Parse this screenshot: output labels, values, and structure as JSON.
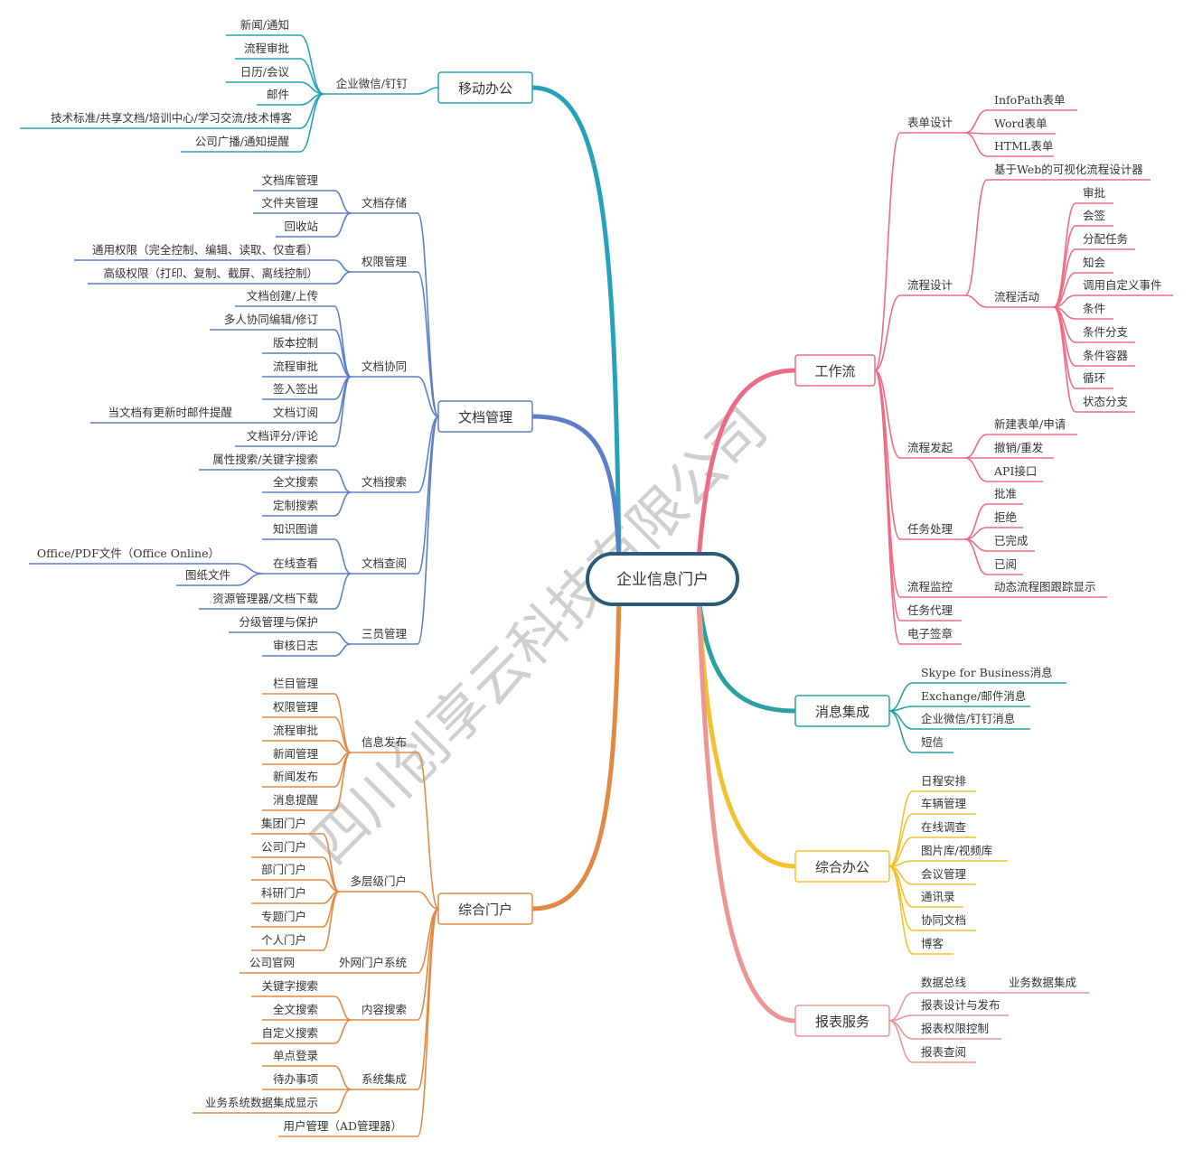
{
  "watermark": "四川创享云科技有限公司",
  "root": {
    "label": "企业信息门户",
    "color": "#2c5a7a"
  },
  "branches": [
    {
      "id": "mobile",
      "label": "移动办公",
      "color": "#26a2b8",
      "side": "left",
      "children": [
        {
          "label": "企业微信/钉钉",
          "children": [
            {
              "label": "新闻/通知"
            },
            {
              "label": "流程审批"
            },
            {
              "label": "日历/会议"
            },
            {
              "label": "邮件"
            },
            {
              "label": "技术标准/共享文档/培训中心/学习交流/技术博客"
            },
            {
              "label": "公司广播/通知提醒"
            }
          ]
        }
      ]
    },
    {
      "id": "docs",
      "label": "文档管理",
      "color": "#5b7fc7",
      "side": "left",
      "children": [
        {
          "label": "文档存储",
          "children": [
            {
              "label": "文档库管理"
            },
            {
              "label": "文件夹管理"
            },
            {
              "label": "回收站"
            }
          ]
        },
        {
          "label": "权限管理",
          "children": [
            {
              "label": "通用权限（完全控制、编辑、读取、仅查看）"
            },
            {
              "label": "高级权限（打印、复制、截屏、离线控制）"
            }
          ]
        },
        {
          "label": "文档协同",
          "children": [
            {
              "label": "文档创建/上传"
            },
            {
              "label": "多人协同编辑/修订"
            },
            {
              "label": "版本控制"
            },
            {
              "label": "流程审批"
            },
            {
              "label": "签入签出"
            },
            {
              "label": "文档订阅",
              "children": [
                {
                  "label": "当文档有更新时邮件提醒"
                }
              ]
            },
            {
              "label": "文档评分/评论"
            }
          ]
        },
        {
          "label": "文档搜索",
          "children": [
            {
              "label": "属性搜索/关键字搜索"
            },
            {
              "label": "全文搜索"
            },
            {
              "label": "定制搜索"
            }
          ]
        },
        {
          "label": "文档查阅",
          "children": [
            {
              "label": "知识图谱"
            },
            {
              "label": "在线查看",
              "children": [
                {
                  "label": "Office/PDF文件（Office Online）"
                },
                {
                  "label": "图纸文件"
                }
              ]
            },
            {
              "label": "资源管理器/文档下载"
            }
          ]
        },
        {
          "label": "三员管理",
          "children": [
            {
              "label": "分级管理与保护"
            },
            {
              "label": "审核日志"
            }
          ]
        }
      ]
    },
    {
      "id": "portal",
      "label": "综合门户",
      "color": "#e08a45",
      "side": "left",
      "children": [
        {
          "label": "信息发布",
          "children": [
            {
              "label": "栏目管理"
            },
            {
              "label": "权限管理"
            },
            {
              "label": "流程审批"
            },
            {
              "label": "新闻管理"
            },
            {
              "label": "新闻发布"
            },
            {
              "label": "消息提醒"
            }
          ]
        },
        {
          "label": "多层级门户",
          "children": [
            {
              "label": "集团门户"
            },
            {
              "label": "公司门户"
            },
            {
              "label": "部门门户"
            },
            {
              "label": "科研门户"
            },
            {
              "label": "专题门户"
            },
            {
              "label": "个人门户"
            }
          ]
        },
        {
          "label": "外网门户系统",
          "children": [
            {
              "label": "公司官网"
            }
          ]
        },
        {
          "label": "内容搜索",
          "children": [
            {
              "label": "关键字搜索"
            },
            {
              "label": "全文搜索"
            },
            {
              "label": "自定义搜索"
            }
          ]
        },
        {
          "label": "系统集成",
          "children": [
            {
              "label": "单点登录"
            },
            {
              "label": "待办事项"
            },
            {
              "label": "业务系统数据集成显示"
            }
          ]
        },
        {
          "label": "用户管理（AD管理器）"
        }
      ]
    },
    {
      "id": "workflow",
      "label": "工作流",
      "color": "#ee6b85",
      "side": "right",
      "children": [
        {
          "label": "表单设计",
          "children": [
            {
              "label": "InfoPath表单"
            },
            {
              "label": "Word表单"
            },
            {
              "label": "HTML表单"
            }
          ]
        },
        {
          "label": "流程设计",
          "children": [
            {
              "label": "基于Web的可视化流程设计器"
            },
            {
              "label": "流程活动",
              "children": [
                {
                  "label": "审批"
                },
                {
                  "label": "会签"
                },
                {
                  "label": "分配任务"
                },
                {
                  "label": "知会"
                },
                {
                  "label": "调用自定义事件"
                },
                {
                  "label": "条件"
                },
                {
                  "label": "条件分支"
                },
                {
                  "label": "条件容器"
                },
                {
                  "label": "循环"
                },
                {
                  "label": "状态分支"
                }
              ]
            }
          ]
        },
        {
          "label": "流程发起",
          "children": [
            {
              "label": "新建表单/申请"
            },
            {
              "label": "撤销/重发"
            },
            {
              "label": "API接口"
            }
          ]
        },
        {
          "label": "任务处理",
          "children": [
            {
              "label": "批准"
            },
            {
              "label": "拒绝"
            },
            {
              "label": "已完成"
            },
            {
              "label": "已阅"
            }
          ]
        },
        {
          "label": "流程监控",
          "children": [
            {
              "label": "动态流程图跟踪显示"
            }
          ]
        },
        {
          "label": "任务代理"
        },
        {
          "label": "电子签章"
        }
      ]
    },
    {
      "id": "msg",
      "label": "消息集成",
      "color": "#2aa0a0",
      "side": "right",
      "children": [
        {
          "label": "Skype for Business消息"
        },
        {
          "label": "Exchange/邮件消息"
        },
        {
          "label": "企业微信/钉钉消息"
        },
        {
          "label": "短信"
        }
      ]
    },
    {
      "id": "office",
      "label": "综合办公",
      "color": "#f2c12e",
      "side": "right",
      "children": [
        {
          "label": "日程安排"
        },
        {
          "label": "车辆管理"
        },
        {
          "label": "在线调查"
        },
        {
          "label": "图片库/视频库"
        },
        {
          "label": "会议管理"
        },
        {
          "label": "通讯录"
        },
        {
          "label": "协同文档"
        },
        {
          "label": "博客"
        }
      ]
    },
    {
      "id": "report",
      "label": "报表服务",
      "color": "#ec9595",
      "side": "right",
      "children": [
        {
          "label": "数据总线",
          "children": [
            {
              "label": "业务数据集成"
            }
          ]
        },
        {
          "label": "报表设计与发布"
        },
        {
          "label": "报表权限控制"
        },
        {
          "label": "报表查阅"
        }
      ]
    }
  ]
}
